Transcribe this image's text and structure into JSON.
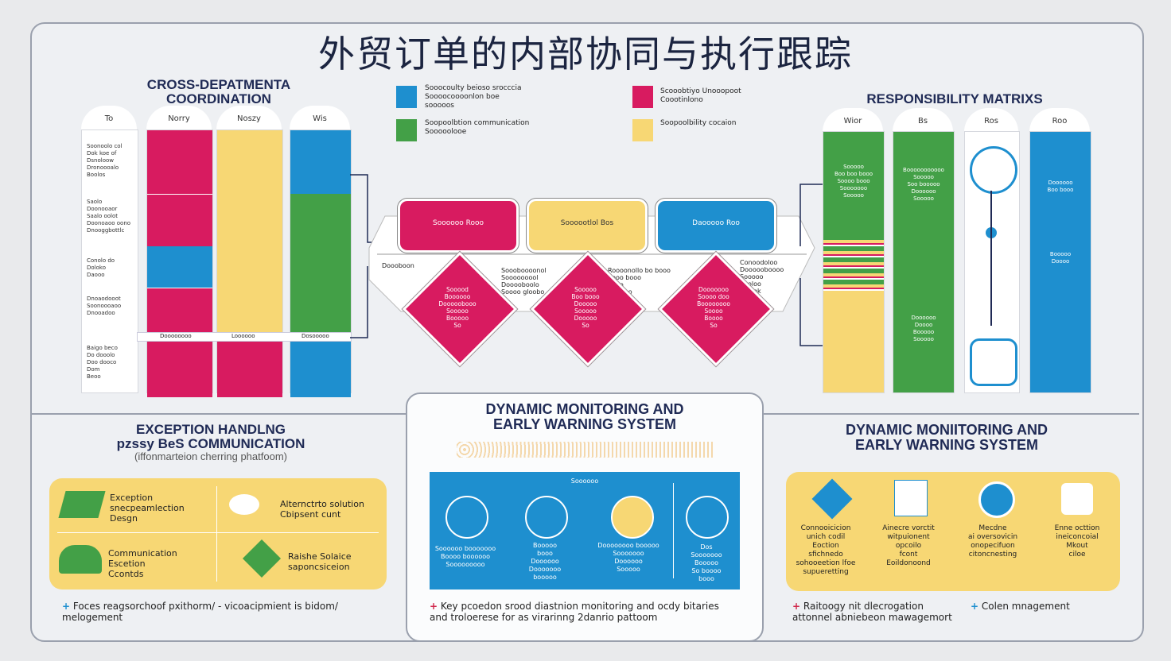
{
  "title": "外贸订单的内部协同与执行跟踪",
  "left_section": {
    "heading_line1": "CROSS-DEPATMENTA",
    "heading_line2": "COORDINATION",
    "headers": [
      "To",
      "Norry",
      "Noszy",
      "Wis"
    ],
    "rows": [
      "Soonoolo col\nDok koe of\nDsnoloow\nDronoooalo\nBoolos",
      "Saolo\nDoonooaor\nSaalo oolot\nDoonoaoo oono\nDnooggbottlc",
      "Conolo do\nDoloko\nDaooo",
      "Dnoaodooot\nSoonoooaoo\nDnooadoo",
      "Baigo beco\nDo dooolo\nDoo dooco\nDom\nBeoo"
    ],
    "row_divider_texts": [
      "Doooooooo",
      "Loooooo",
      "Dosooooo"
    ]
  },
  "legend": [
    {
      "color": "#1e8fcf",
      "text": "Sooocoulty beioso srocccia\nSoooocoooonlon boe\nsooooos"
    },
    {
      "color": "#d81b60",
      "text": "Scooobtiyo Unooopoot\nCoootinlono"
    },
    {
      "color": "#43a047",
      "text": "Soopoolbtion communication\nSooooolooe"
    },
    {
      "color": "#f7d774",
      "text": "Soopoolbility cocaion"
    }
  ],
  "flow": {
    "boxes": [
      {
        "label": "Soooooo Rooo",
        "color": "#d81b60"
      },
      {
        "label": "Soooootlol Bos",
        "color": "#f7d774"
      },
      {
        "label": "Daooooo Roo",
        "color": "#1e8fcf"
      }
    ],
    "left_label": "Doooboon",
    "notes": [
      "Soooboooonol\nSooooooool\nDooooboolo\nSoooo gloobo",
      "Roooonollo bo booo\nSooo booo\nSooo\nDooooo",
      "Conoodoloo\nDoooooboooo\nSooooo\nbooloo\nSolook"
    ],
    "diamonds": [
      "Sooood\nBoooooo\nDooooobooo\nSooooo\nBooooo\nSo",
      "Sooooo\nBoo booo\nDooooo\nSooooo\nDooooo\nSo",
      "Dooooooo\nSoooo doo\nBoooooooo\nSoooo\nBoooo\nSo"
    ]
  },
  "right_section": {
    "heading": "RESPONSIBILITY MATRIXS",
    "headers": [
      "Wior",
      "Bs",
      "Ros",
      "Roo"
    ],
    "texts": [
      "Sooooo\nBoo boo booo\nSoooo booo\nSooooooo\nSooooo",
      "Booooooooooo\nSooooo\nSoo booooo\nDoooooo\nSooooo",
      "Doooooo\nDoooo\nBooooo\nSooooo",
      "Doooooo\nBoo booo",
      "Booooo\nDoooo"
    ]
  },
  "bottom_left": {
    "heading_line1": "EXCEPTION HANDLNG",
    "heading_line2": "pzssy BeS COMMUNICATION",
    "heading_line3": "(iffonmarteion cherring phatfoom)",
    "items": [
      {
        "label": "Exception\nsnecpeamlection\nDesgn",
        "color": "#43a047"
      },
      {
        "label": "Alternctrto solution\nCbipsent cunt",
        "color": "#ffffff"
      },
      {
        "label": "Communication\nEscetion\nCcontds",
        "color": "#43a047"
      },
      {
        "label": "Raishe Solaice\nsaponcsiceion",
        "color": "#43a047"
      }
    ],
    "footer": "Foces reagsorchoof pxithorm/ - vicoacipmient is bidom/\nmelogement"
  },
  "bottom_middle": {
    "heading_line1": "DYNAMIC MONITORING AND",
    "heading_line2": "EARLY WARNING SYSTEM",
    "box_label": "Soooooo",
    "items": [
      "Soooooo booooooo\nBoooo boooooo\nSooooooooo",
      "Booooo\nbooo\nDoooooo\nDooooooo\nbooooo",
      "Doooooooo booooo\nSooooooo\nDoooooo\nSooooo",
      "Dos\nSooooooo\nBooooo\nSo boooo\nbooo"
    ],
    "footer": "Key pcoedon srood diastnion monitoring and ocdy bitaries\nand troloerese for as virarinng 2danrio pattoom"
  },
  "bottom_right": {
    "heading_line1": "DYNAMIC MONIITORING AND",
    "heading_line2": "EARLY WARNING SYSTEM",
    "items": [
      "Connooicicion\nunich codil\nEoction\nsfichnedo\nsohooeetion lfoe\nsupueretting",
      "Ainecre vorctit\nwitpuionent\nopcoilo\nfcont\nEoildonoond",
      "Mecdne\nai oversovicin\nonopecifuon\ncitoncnesting",
      "Enne octtion\nineiconcoial\nMkout\nciloe"
    ],
    "footer_left": "Raitoogy nit dlecrogation\nattonnel abniebeon mawagemort",
    "footer_right": "Colen mnagement"
  },
  "colors": {
    "blue": "#1e8fcf",
    "magenta": "#d81b60",
    "green": "#43a047",
    "yellow": "#f7d774",
    "navy": "#1f2a55"
  }
}
